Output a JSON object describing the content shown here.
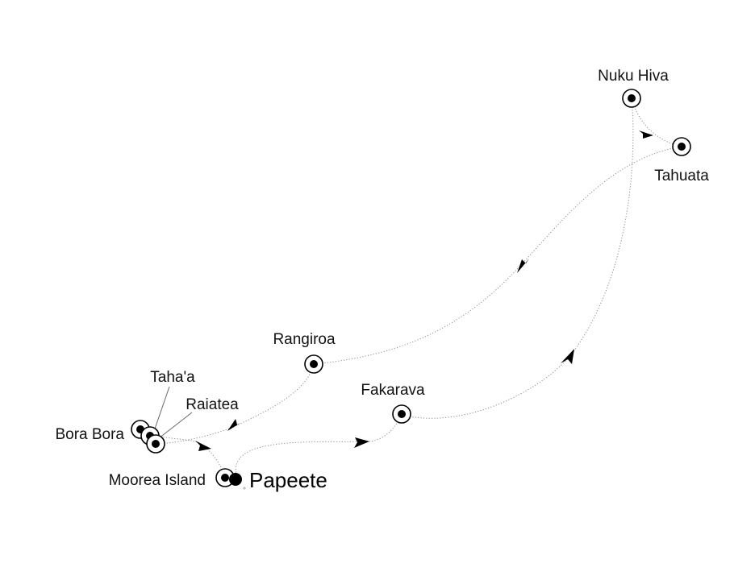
{
  "map": {
    "ports": [
      {
        "id": "nuku-hiva",
        "name": "Nuku Hiva"
      },
      {
        "id": "tahuata",
        "name": "Tahuata"
      },
      {
        "id": "rangiroa",
        "name": "Rangiroa"
      },
      {
        "id": "fakarava",
        "name": "Fakarava"
      },
      {
        "id": "tahaa",
        "name": "Taha'a"
      },
      {
        "id": "raiatea",
        "name": "Raiatea"
      },
      {
        "id": "bora-bora",
        "name": "Bora Bora"
      },
      {
        "id": "moorea",
        "name": "Moorea Island"
      },
      {
        "id": "papeete",
        "name": "Papeete",
        "is_home_port": true
      }
    ],
    "route_order": [
      "Papeete",
      "Fakarava",
      "Nuku Hiva",
      "Tahuata",
      "Rangiroa",
      "Raiatea",
      "Taha'a",
      "Bora Bora",
      "Moorea Island",
      "Papeete"
    ],
    "colors": {
      "route": "#8c8c8c",
      "marker": "#000000",
      "label": "#111111",
      "background": "#ffffff"
    }
  }
}
